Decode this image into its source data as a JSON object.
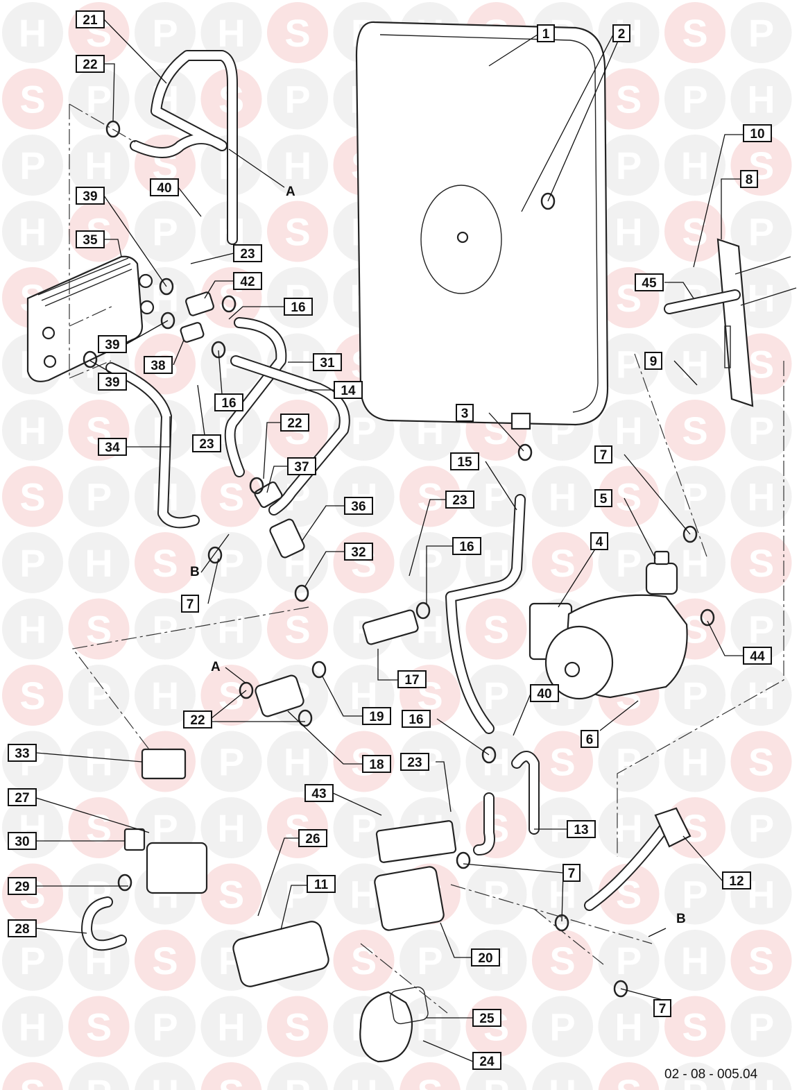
{
  "colors": {
    "watermark_circle": "#fae3e3",
    "watermark_circle_alt": "#f1f1f1",
    "watermark_letter": "#ffffff",
    "line": "#111111"
  },
  "watermark": {
    "letters": [
      "H",
      "S",
      "P"
    ]
  },
  "callouts": [
    {
      "id": "1",
      "label": "1"
    },
    {
      "id": "2",
      "label": "2"
    },
    {
      "id": "3",
      "label": "3"
    },
    {
      "id": "4",
      "label": "4"
    },
    {
      "id": "5",
      "label": "5"
    },
    {
      "id": "6",
      "label": "6"
    },
    {
      "id": "7a",
      "label": "7"
    },
    {
      "id": "7b",
      "label": "7"
    },
    {
      "id": "7c",
      "label": "7"
    },
    {
      "id": "7d",
      "label": "7"
    },
    {
      "id": "8",
      "label": "8"
    },
    {
      "id": "9",
      "label": "9"
    },
    {
      "id": "10",
      "label": "10"
    },
    {
      "id": "11",
      "label": "11"
    },
    {
      "id": "12",
      "label": "12"
    },
    {
      "id": "13",
      "label": "13"
    },
    {
      "id": "14",
      "label": "14"
    },
    {
      "id": "15",
      "label": "15"
    },
    {
      "id": "16a",
      "label": "16"
    },
    {
      "id": "16b",
      "label": "16"
    },
    {
      "id": "16c",
      "label": "16"
    },
    {
      "id": "16d",
      "label": "16"
    },
    {
      "id": "17",
      "label": "17"
    },
    {
      "id": "18",
      "label": "18"
    },
    {
      "id": "19",
      "label": "19"
    },
    {
      "id": "20",
      "label": "20"
    },
    {
      "id": "21",
      "label": "21"
    },
    {
      "id": "22a",
      "label": "22"
    },
    {
      "id": "22b",
      "label": "22"
    },
    {
      "id": "22c",
      "label": "22"
    },
    {
      "id": "23a",
      "label": "23"
    },
    {
      "id": "23b",
      "label": "23"
    },
    {
      "id": "23c",
      "label": "23"
    },
    {
      "id": "23d",
      "label": "23"
    },
    {
      "id": "24",
      "label": "24"
    },
    {
      "id": "25",
      "label": "25"
    },
    {
      "id": "26",
      "label": "26"
    },
    {
      "id": "27",
      "label": "27"
    },
    {
      "id": "28",
      "label": "28"
    },
    {
      "id": "29",
      "label": "29"
    },
    {
      "id": "30",
      "label": "30"
    },
    {
      "id": "31",
      "label": "31"
    },
    {
      "id": "32",
      "label": "32"
    },
    {
      "id": "33",
      "label": "33"
    },
    {
      "id": "34",
      "label": "34"
    },
    {
      "id": "35",
      "label": "35"
    },
    {
      "id": "36",
      "label": "36"
    },
    {
      "id": "37",
      "label": "37"
    },
    {
      "id": "38",
      "label": "38"
    },
    {
      "id": "39a",
      "label": "39"
    },
    {
      "id": "39b",
      "label": "39"
    },
    {
      "id": "39c",
      "label": "39"
    },
    {
      "id": "40a",
      "label": "40"
    },
    {
      "id": "40b",
      "label": "40"
    },
    {
      "id": "42",
      "label": "42"
    },
    {
      "id": "43",
      "label": "43"
    },
    {
      "id": "44",
      "label": "44"
    },
    {
      "id": "45",
      "label": "45"
    }
  ],
  "connection_markers": [
    {
      "id": "A1",
      "label": "A"
    },
    {
      "id": "A2",
      "label": "A"
    },
    {
      "id": "B1",
      "label": "B"
    },
    {
      "id": "B2",
      "label": "B"
    }
  ],
  "reference_code": "02 - 08 - 005.04"
}
